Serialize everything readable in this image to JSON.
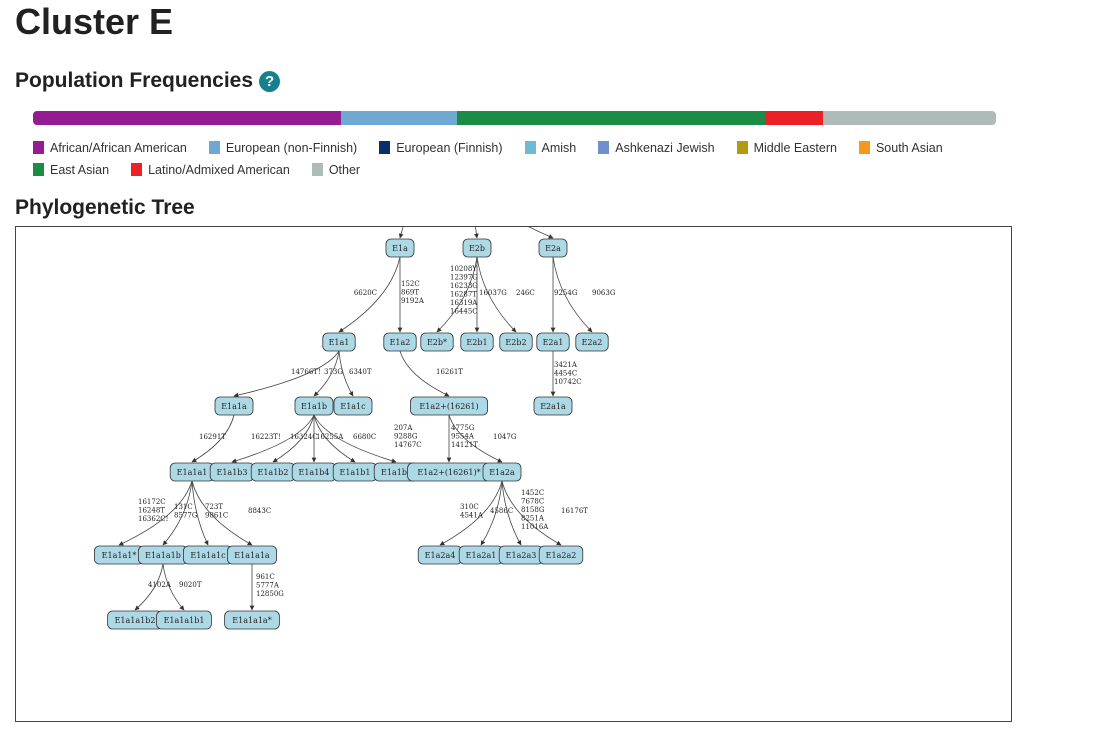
{
  "page": {
    "title": "Cluster E"
  },
  "population": {
    "heading": "Population Frequencies",
    "help_icon": "question-circle-icon",
    "segments": [
      {
        "name": "African/African American",
        "fraction": 0.32,
        "color": "#951b93"
      },
      {
        "name": "European (non-Finnish)",
        "fraction": 0.12,
        "color": "#6fa8d2"
      },
      {
        "name": "East Asian",
        "fraction": 0.32,
        "color": "#1b8c45"
      },
      {
        "name": "Latino/Admixed American",
        "fraction": 0.06,
        "color": "#ec2027"
      },
      {
        "name": "Other",
        "fraction": 0.18,
        "color": "#aebbb8"
      }
    ],
    "legend": [
      {
        "label": "African/African American",
        "color": "#951b93"
      },
      {
        "label": "European (non-Finnish)",
        "color": "#6fa8d2"
      },
      {
        "label": "European (Finnish)",
        "color": "#0c2d6b"
      },
      {
        "label": "Amish",
        "color": "#6bbcd3"
      },
      {
        "label": "Ashkenazi Jewish",
        "color": "#6f8fce"
      },
      {
        "label": "Middle Eastern",
        "color": "#b39a12"
      },
      {
        "label": "South Asian",
        "color": "#f8971d"
      },
      {
        "label": "East Asian",
        "color": "#1b8c45"
      },
      {
        "label": "Latino/Admixed American",
        "color": "#ec2027"
      },
      {
        "label": "Other",
        "color": "#aebbb8"
      }
    ]
  },
  "tree": {
    "heading": "Phylogenetic Tree",
    "nodes": [
      {
        "id": "E1a",
        "label": "E1a"
      },
      {
        "id": "E2b",
        "label": "E2b"
      },
      {
        "id": "E2a",
        "label": "E2a"
      },
      {
        "id": "E1a1",
        "label": "E1a1"
      },
      {
        "id": "E1a2",
        "label": "E1a2"
      },
      {
        "id": "E2b*",
        "label": "E2b*"
      },
      {
        "id": "E2b1",
        "label": "E2b1"
      },
      {
        "id": "E2b2",
        "label": "E2b2"
      },
      {
        "id": "E2a1",
        "label": "E2a1"
      },
      {
        "id": "E2a2",
        "label": "E2a2"
      },
      {
        "id": "E1a1a",
        "label": "E1a1a"
      },
      {
        "id": "E1a1b",
        "label": "E1a1b"
      },
      {
        "id": "E1a1c",
        "label": "E1a1c"
      },
      {
        "id": "E1a2+(16261)",
        "label": "E1a2+(16261)"
      },
      {
        "id": "E2a1a",
        "label": "E2a1a"
      },
      {
        "id": "E1a1a1",
        "label": "E1a1a1"
      },
      {
        "id": "E1a1b3",
        "label": "E1a1b3"
      },
      {
        "id": "E1a1b2",
        "label": "E1a1b2"
      },
      {
        "id": "E1a1b4",
        "label": "E1a1b4"
      },
      {
        "id": "E1a1b1",
        "label": "E1a1b1"
      },
      {
        "id": "E1a1b*",
        "label": "E1a1b*"
      },
      {
        "id": "E1a2+(16261)*",
        "label": "E1a2+(16261)*"
      },
      {
        "id": "E1a2a",
        "label": "E1a2a"
      },
      {
        "id": "E1a1a1*",
        "label": "E1a1a1*"
      },
      {
        "id": "E1a1a1b",
        "label": "E1a1a1b"
      },
      {
        "id": "E1a1a1c",
        "label": "E1a1a1c"
      },
      {
        "id": "E1a1a1a",
        "label": "E1a1a1a"
      },
      {
        "id": "E1a2a4",
        "label": "E1a2a4"
      },
      {
        "id": "E1a2a1",
        "label": "E1a2a1"
      },
      {
        "id": "E1a2a3",
        "label": "E1a2a3"
      },
      {
        "id": "E1a2a2",
        "label": "E1a2a2"
      },
      {
        "id": "E1a1a1b2",
        "label": "E1a1a1b2"
      },
      {
        "id": "E1a1a1b1",
        "label": "E1a1a1b1"
      },
      {
        "id": "E1a1a1a*",
        "label": "E1a1a1a*"
      }
    ],
    "edges": [
      {
        "from": "E1a",
        "to": "E1a1",
        "mutations": [
          "6620C"
        ]
      },
      {
        "from": "E1a",
        "to": "E1a2",
        "mutations": [
          "152C",
          "869T",
          "9192A"
        ]
      },
      {
        "from": "E2b",
        "to": "E2b*",
        "mutations": [
          "10208Y",
          "12397G",
          "16233G",
          "16287T",
          "16319A",
          "16445C"
        ]
      },
      {
        "from": "E2b",
        "to": "E2b1",
        "mutations": [
          "16037G"
        ]
      },
      {
        "from": "E2b",
        "to": "E2b2",
        "mutations": [
          "246C"
        ]
      },
      {
        "from": "E2a",
        "to": "E2a1",
        "mutations": [
          "9254G"
        ]
      },
      {
        "from": "E2a",
        "to": "E2a2",
        "mutations": [
          "9063G"
        ]
      },
      {
        "from": "E1a1",
        "to": "E1a1a",
        "mutations": [
          "14766T!"
        ]
      },
      {
        "from": "E1a1",
        "to": "E1a1b",
        "mutations": [
          "373G"
        ]
      },
      {
        "from": "E1a1",
        "to": "E1a1c",
        "mutations": [
          "6340T"
        ]
      },
      {
        "from": "E1a2",
        "to": "E1a2+(16261)",
        "mutations": [
          "16261T"
        ]
      },
      {
        "from": "E2a1",
        "to": "E2a1a",
        "mutations": [
          "3421A",
          "4454C",
          "10742C"
        ]
      },
      {
        "from": "E1a1a",
        "to": "E1a1a1",
        "mutations": [
          "16291T"
        ]
      },
      {
        "from": "E1a1b",
        "to": "E1a1b3",
        "mutations": [
          "16223T!"
        ]
      },
      {
        "from": "E1a1b",
        "to": "E1a1b2",
        "mutations": [
          "16324C"
        ]
      },
      {
        "from": "E1a1b",
        "to": "E1a1b4",
        "mutations": [
          "16255A"
        ]
      },
      {
        "from": "E1a1b",
        "to": "E1a1b1",
        "mutations": [
          "6680C"
        ]
      },
      {
        "from": "E1a1b",
        "to": "E1a1b*",
        "mutations": [
          "207A",
          "9288G",
          "14767C"
        ]
      },
      {
        "from": "E1a2+(16261)",
        "to": "E1a2+(16261)*",
        "mutations": [
          "4775G",
          "9554A",
          "14121T"
        ]
      },
      {
        "from": "E1a2+(16261)",
        "to": "E1a2a",
        "mutations": [
          "1047G"
        ]
      },
      {
        "from": "E1a1a1",
        "to": "E1a1a1*",
        "mutations": [
          "16172C",
          "16248T",
          "16362C!"
        ]
      },
      {
        "from": "E1a1a1",
        "to": "E1a1a1b",
        "mutations": [
          "131C",
          "8577G"
        ]
      },
      {
        "from": "E1a1a1",
        "to": "E1a1a1c",
        "mutations": [
          "723T",
          "9861C"
        ]
      },
      {
        "from": "E1a1a1",
        "to": "E1a1a1a",
        "mutations": [
          "8843C"
        ]
      },
      {
        "from": "E1a2a",
        "to": "E1a2a4",
        "mutations": [
          "310C",
          "4541A"
        ]
      },
      {
        "from": "E1a2a",
        "to": "E1a2a1",
        "mutations": [
          "4586C"
        ]
      },
      {
        "from": "E1a2a",
        "to": "E1a2a3",
        "mutations": [
          "1452C",
          "7678C",
          "8158G",
          "8251A",
          "11016A"
        ]
      },
      {
        "from": "E1a2a",
        "to": "E1a2a2",
        "mutations": [
          "16176T"
        ]
      },
      {
        "from": "E1a1a1b",
        "to": "E1a1a1b2",
        "mutations": [
          "4102A"
        ]
      },
      {
        "from": "E1a1a1b",
        "to": "E1a1a1b1",
        "mutations": [
          "9020T"
        ]
      },
      {
        "from": "E1a1a1a",
        "to": "E1a1a1a*",
        "mutations": [
          "961C",
          "5777A",
          "12850G"
        ]
      }
    ]
  }
}
